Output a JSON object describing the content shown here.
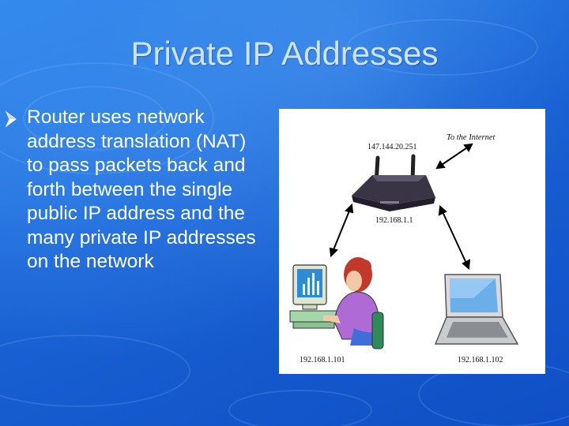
{
  "slide": {
    "title": "Private IP Addresses",
    "bullet_text": "Router uses network address translation (NAT) to pass packets back and forth between the single public IP address and the many private IP addresses on the network"
  },
  "diagram": {
    "internet_label": "To the Internet",
    "public_ip": "147.144.20.251",
    "router_ip": "192.168.1.1",
    "desktop_ip": "192.168.1.101",
    "laptop_ip": "192.168.1.102",
    "icons": [
      "router-icon",
      "person-at-computer-icon",
      "laptop-icon"
    ]
  },
  "colors": {
    "background": "#1a64d6",
    "title": "#cfe3ff",
    "text": "#ffffff"
  }
}
